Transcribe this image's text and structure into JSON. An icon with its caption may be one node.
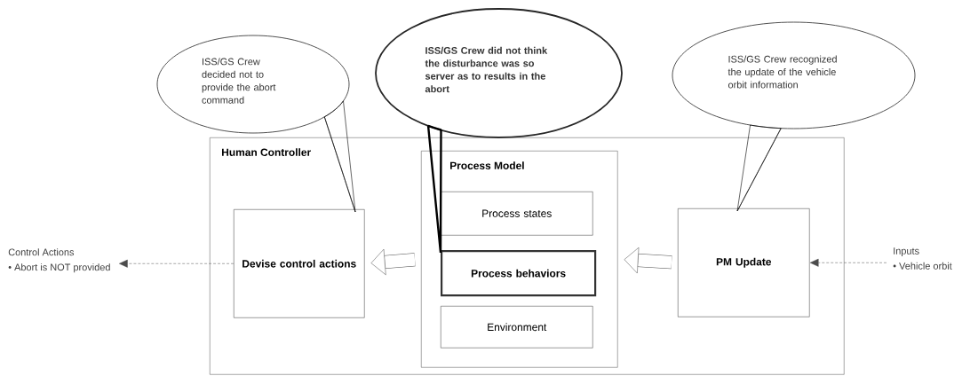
{
  "diagram": {
    "nodes": [
      {
        "text": [
          "ISS/GS Crew decided not to provide the abort command"
        ]
      },
      {
        "text": [
          "ISS/GS Crew did not think the disturbance was so server as to results in the abort"
        ]
      },
      {
        "text": [
          "ISS/GS Crew recognized the update of the vehicle orbit information"
        ]
      },
      {
        "text": [
          "Human Controller"
        ]
      },
      {
        "text": [
          "Process Model"
        ],
        "in": 3
      },
      {
        "text": [
          "Process states"
        ],
        "in": 4
      },
      {
        "text": [
          "Process behaviors"
        ],
        "in": 4
      },
      {
        "text": [
          "Environment"
        ],
        "in": 4
      },
      {
        "text": [
          "Devise control actions"
        ],
        "in": 3
      },
      {
        "text": [
          "PM Update"
        ],
        "in": 3
      },
      {
        "text": [
          "Control Actions",
          "• Abort is NOT provided"
        ]
      },
      {
        "text": [
          "Inputs",
          "• Vehicle orbit"
        ]
      }
    ],
    "edges": [
      {
        "from": 0,
        "to": 8,
        "arrow": "none"
      },
      {
        "from": 1,
        "to": 6,
        "arrow": "none",
        "style": "thick"
      },
      {
        "from": 2,
        "to": 9,
        "arrow": "none"
      },
      {
        "from": 4,
        "to": 8,
        "arrow": "to",
        "style": "thick"
      },
      {
        "from": 9,
        "to": 4,
        "arrow": "to",
        "style": "thick"
      },
      {
        "from": 8,
        "to": 10,
        "arrow": "to",
        "style": "dashed"
      },
      {
        "from": 11,
        "to": 9,
        "arrow": "to",
        "style": "dashed"
      }
    ]
  }
}
